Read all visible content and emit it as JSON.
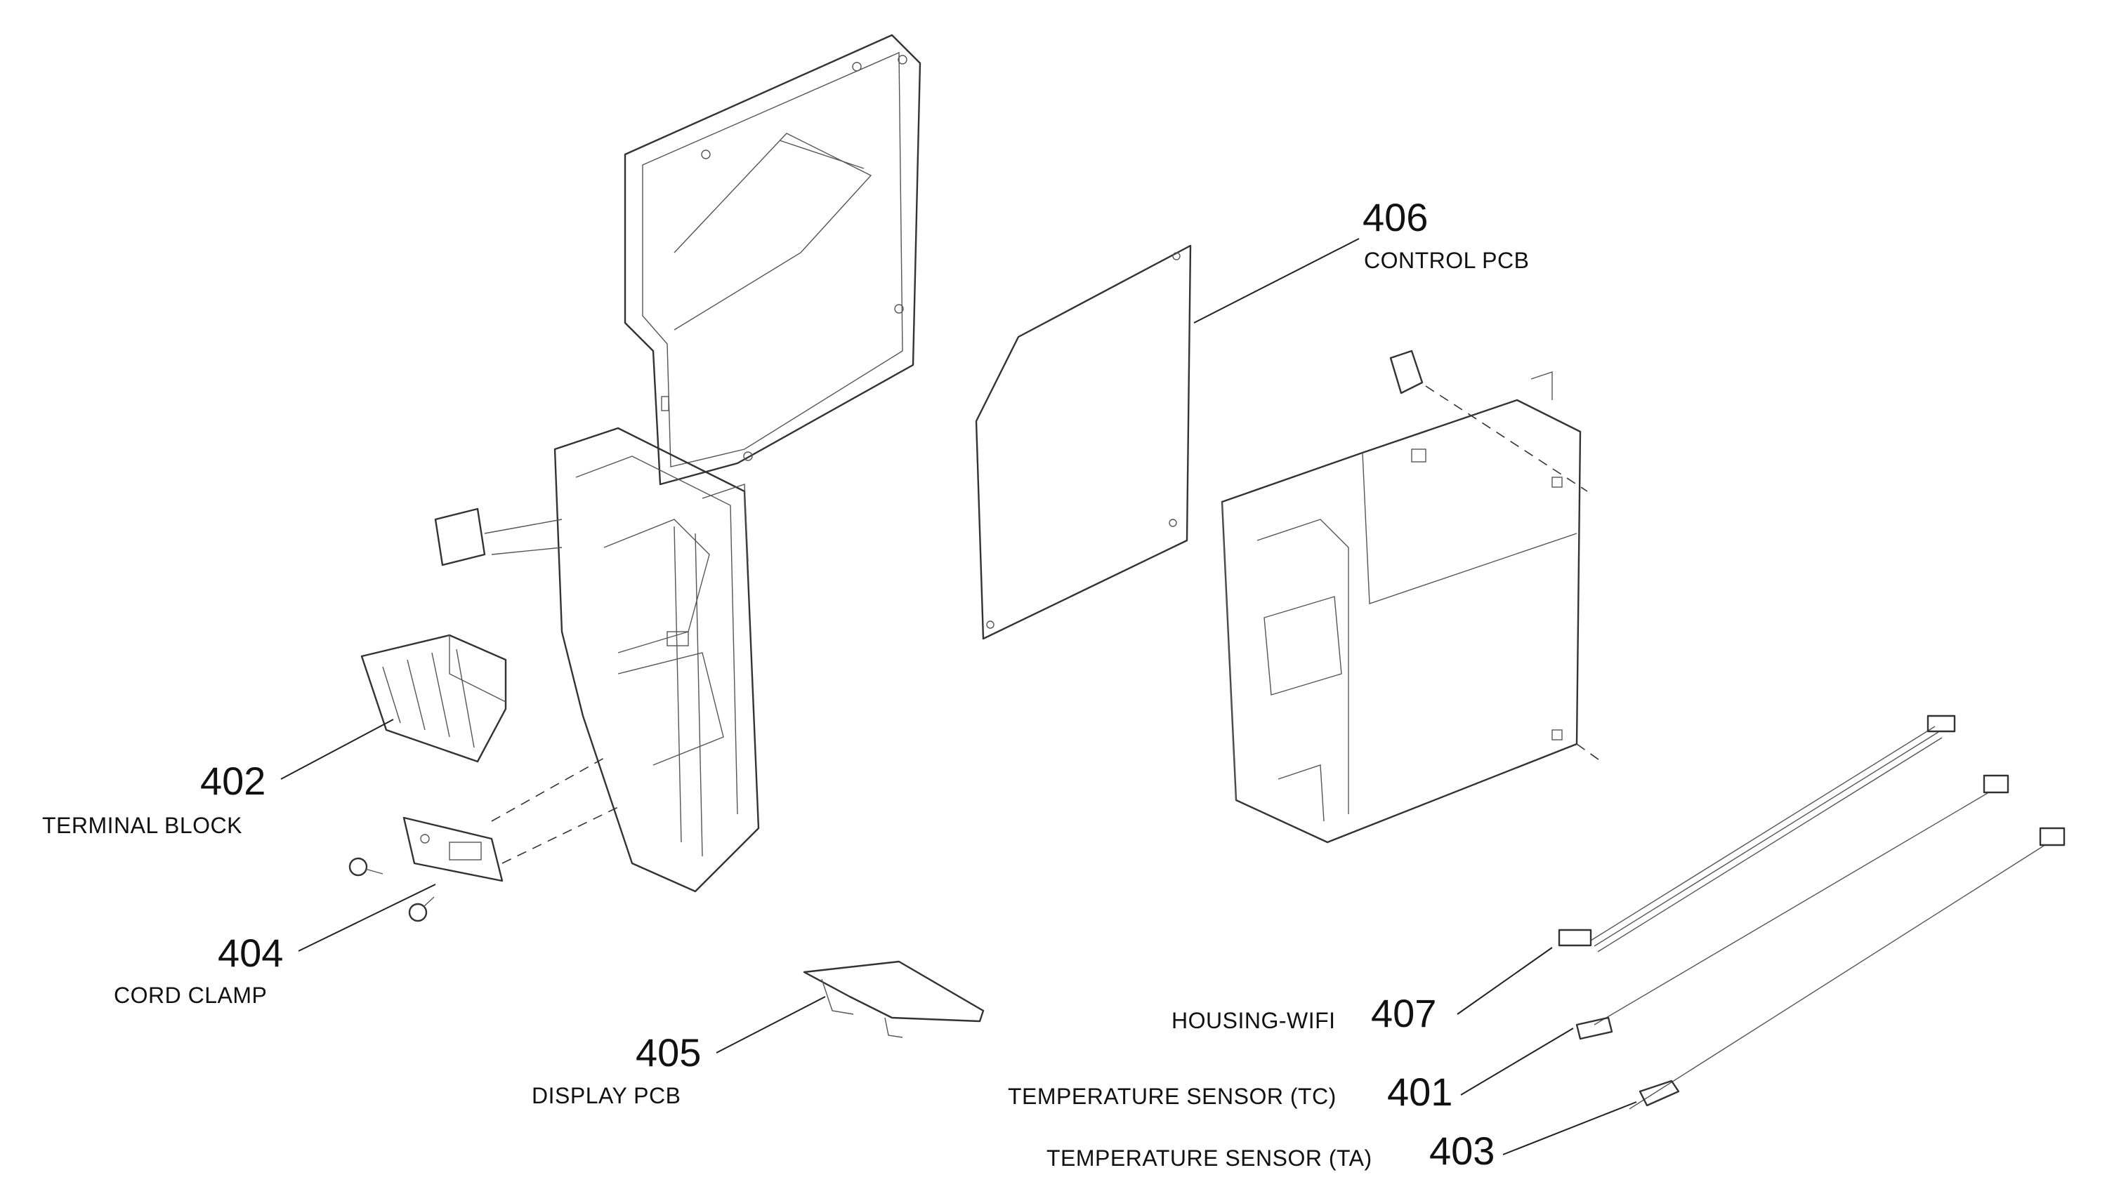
{
  "parts": [
    {
      "id": "406",
      "name": "CONTROL PCB"
    },
    {
      "id": "402",
      "name": "TERMINAL BLOCK"
    },
    {
      "id": "404",
      "name": "CORD CLAMP"
    },
    {
      "id": "405",
      "name": "DISPLAY PCB"
    },
    {
      "id": "407",
      "name": "HOUSING-WIFI"
    },
    {
      "id": "401",
      "name": "TEMPERATURE SENSOR (TC)"
    },
    {
      "id": "403",
      "name": "TEMPERATURE SENSOR (TA)"
    }
  ]
}
